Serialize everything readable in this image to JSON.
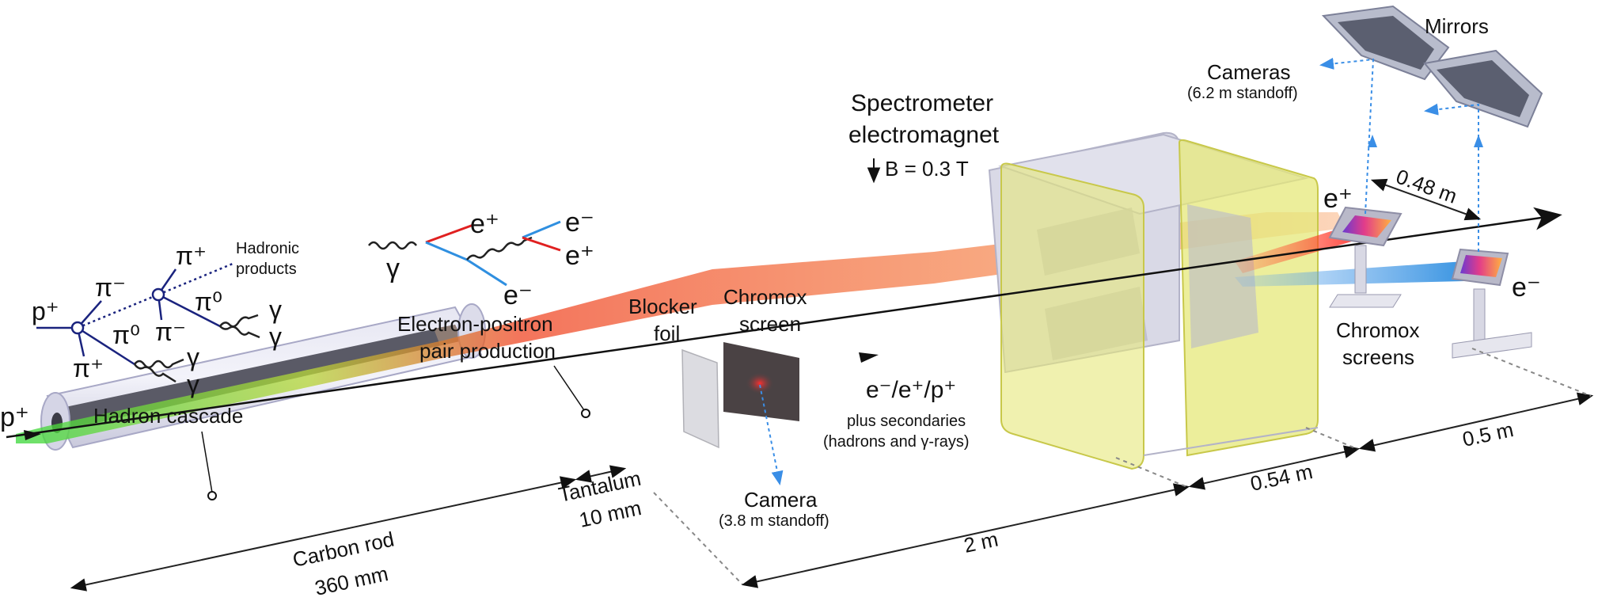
{
  "labels": {
    "mirrors": "Mirrors",
    "cameras_top": "Cameras",
    "cameras_top_standoff": "(6.2 m standoff)",
    "spectrometer_l1": "Spectrometer",
    "spectrometer_l2": "electromagnet",
    "b_field": "B = 0.3 T",
    "hadronic_l1": "Hadronic",
    "hadronic_l2": "products",
    "pair_l1": "Electron-positron",
    "pair_l2": "pair production",
    "hadron_cascade": "Hadron cascade",
    "blocker_l1": "Blocker",
    "blocker_l2": "foil",
    "chromox_l1": "Chromox",
    "chromox_l2": "screen",
    "beam_content": "e⁻/e⁺/p⁺",
    "secondaries_l1": "plus secondaries",
    "secondaries_l2": "(hadrons and γ-rays)",
    "chromox_screens_l1": "Chromox",
    "chromox_screens_l2": "screens",
    "camera_bottom": "Camera",
    "camera_bottom_standoff": "(3.8 m standoff)",
    "tantalum_l1": "Tantalum",
    "tantalum_l2": "10 mm",
    "carbon_l1": "Carbon rod",
    "carbon_l2": "360 mm",
    "dist_2m": "2 m",
    "dist_054": "0.54 m",
    "dist_05": "0.5 m",
    "dist_048": "0.48 m",
    "p_plus_beam": "p⁺"
  },
  "symbols": {
    "p_plus": "p⁺",
    "pi_minus": "π⁻",
    "pi_plus": "π⁺",
    "pi_zero": "π⁰",
    "gamma": "γ",
    "e_plus": "e⁺",
    "e_minus": "e⁻"
  },
  "colors": {
    "beam_red": "#e8322a",
    "beam_green": "#3cc83c",
    "electron_blue": "#2f8fe0",
    "positron_red": "#e02020",
    "feynman_navy": "#1a237e",
    "magnet_yellow": "#e6e87a",
    "magnet_gray": "#c9c9d8",
    "dim_line": "#222222",
    "camera_blue": "#3a8ee6"
  }
}
